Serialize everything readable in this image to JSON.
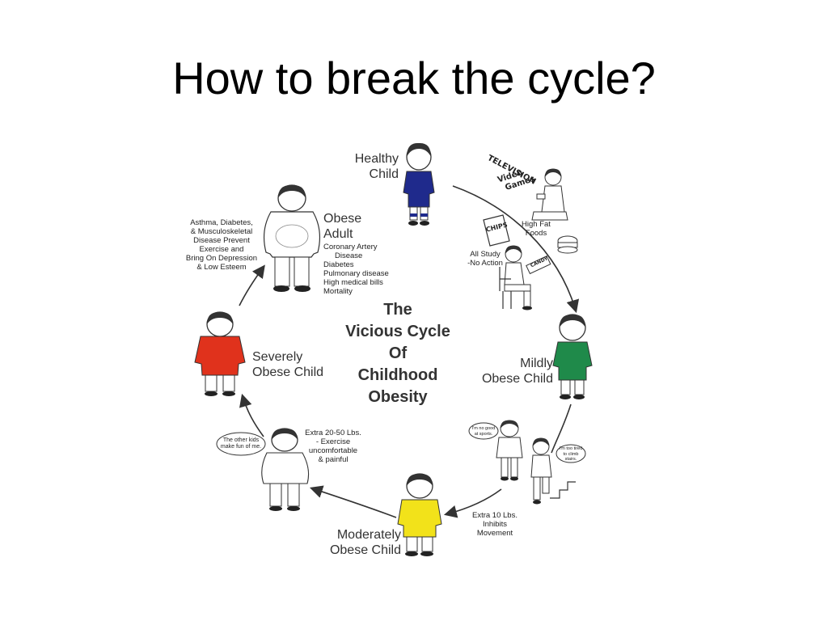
{
  "slide": {
    "title": "How to break the cycle?"
  },
  "center": {
    "lines": [
      "The",
      "Vicious Cycle",
      "Of",
      "Childhood",
      "Obesity"
    ]
  },
  "stages": {
    "healthy": [
      "Healthy",
      "Child"
    ],
    "mildly": [
      "Mildly",
      "Obese Child"
    ],
    "moderately": [
      "Moderately",
      "Obese Child"
    ],
    "severely": [
      "Severely",
      "Obese Child"
    ],
    "adult": [
      "Obese",
      "Adult"
    ]
  },
  "notes": {
    "adult_conditions": [
      "Coronary Artery",
      "Disease",
      "Diabetes",
      "Pulmonary disease",
      "High medical bills",
      "Mortality"
    ],
    "adult_effects": [
      "Asthma, Diabetes,",
      "& Musculoskeletal",
      "Disease Prevent",
      "Exercise and",
      "Bring On Depression",
      "& Low Esteem"
    ],
    "television": "TELEVISION",
    "video_games": [
      "Video",
      "Games"
    ],
    "chips": "CHIPS",
    "candy": "CANDY",
    "high_fat_foods": [
      "High Fat",
      "Foods"
    ],
    "all_study": [
      "All Study",
      "-No Action"
    ],
    "extra_10": [
      "Extra 10 Lbs.",
      "Inhibits",
      "Movement"
    ],
    "extra_20_50": [
      "Extra 20-50 Lbs.",
      "- Exercise",
      "uncomfortable",
      "& painful"
    ],
    "bubble_sports": [
      "I'm no good",
      "at sports."
    ],
    "bubble_tired": [
      "I'm too tired",
      "to climb",
      "stairs."
    ],
    "bubble_fun": [
      "The other kids",
      "make fun of me."
    ]
  },
  "colors": {
    "healthy": "#1f2a8c",
    "mildly": "#1f8a4a",
    "moderately": "#f2e21a",
    "severely": "#e0321c",
    "outline": "#333333"
  }
}
